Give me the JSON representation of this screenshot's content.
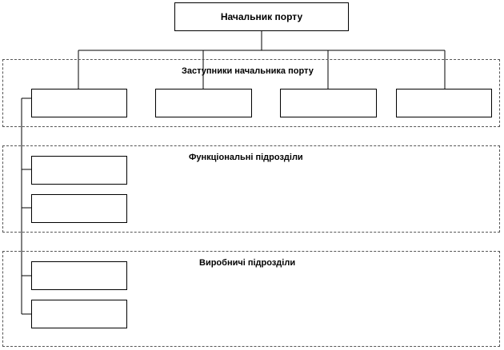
{
  "diagram": {
    "head": "Начальник  порту",
    "groups": [
      {
        "label": "Заступники  начальника  порту"
      },
      {
        "label": "Функціональні  підрозділи"
      },
      {
        "label": "Виробничі  підрозділи"
      }
    ]
  }
}
